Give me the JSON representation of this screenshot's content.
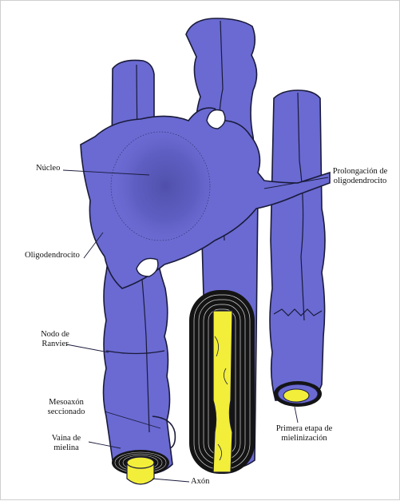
{
  "figure": {
    "labels": {
      "nucleo": "Núcleo",
      "oligodendrocito": "Oligodendrocito",
      "nodo_l1": "Nodo de",
      "nodo_l2": "Ranvier",
      "mesoaxon_l1": "Mesoaxón",
      "mesoaxon_l2": "seccionado",
      "vaina_l1": "Vaina de",
      "vaina_l2": "mielina",
      "axon": "Axón",
      "prolongacion_l1": "Prolongación de",
      "prolongacion_l2": "oligodendrocito",
      "primera_l1": "Primera etapa de",
      "primera_l2": "mielinización"
    },
    "colors": {
      "cell": "#6a6ad2",
      "outline": "#1a1a3a",
      "axon": "#f2ee3a",
      "myelin_dark": "#141414",
      "background": "#ffffff"
    }
  }
}
